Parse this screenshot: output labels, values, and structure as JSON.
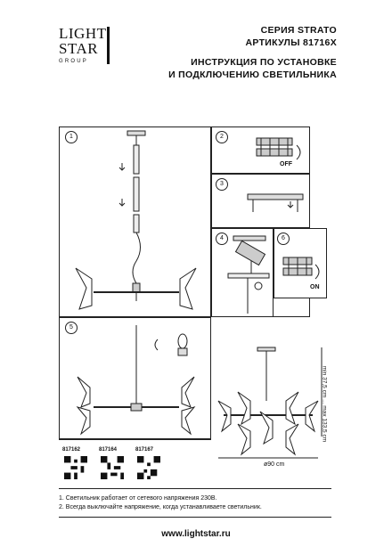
{
  "brand": {
    "line1": "LIGHT",
    "line2": "STAR",
    "line3": "GROUP"
  },
  "header": {
    "series": "СЕРИЯ STRATO",
    "articles": "АРТИКУЛЫ 81716X",
    "title_line1": "ИНСТРУКЦИЯ ПО УСТАНОВКЕ",
    "title_line2": "И ПОДКЛЮЧЕНИЮ СВЕТИЛЬНИКА"
  },
  "steps": {
    "s1": "1",
    "s2": "2",
    "s3": "3",
    "s4": "4",
    "s5": "5",
    "s6": "6"
  },
  "labels": {
    "off": "OFF",
    "on": "ON"
  },
  "dimensions": {
    "height": "min 37,5 cm ... max 133,5 cm",
    "diameter": "ø90 cm"
  },
  "articles": [
    "817162",
    "817164",
    "817167"
  ],
  "notes": [
    "1. Светильник работает от сетевого напряжения 230В.",
    "2. Всегда выключайте напряжение, когда устанавливаете светильник."
  ],
  "website": "www.lightstar.ru"
}
